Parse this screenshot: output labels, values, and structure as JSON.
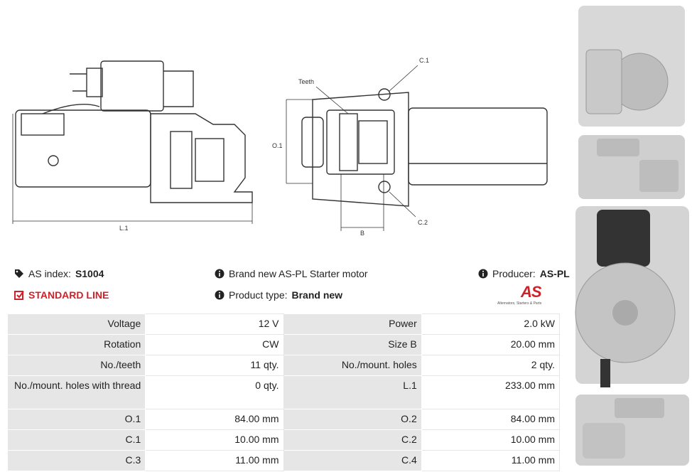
{
  "drawing": {
    "label_l1": "L.1",
    "label_o1": "O.1",
    "label_teeth": "Teeth",
    "label_c1": "C.1",
    "label_c2": "C.2",
    "label_b": "B"
  },
  "info": {
    "as_index_label": "AS index:",
    "as_index_value": "S1004",
    "standard_line": "STANDARD LINE",
    "description": "Brand new AS-PL Starter motor",
    "product_type_label": "Product type:",
    "product_type_value": "Brand new",
    "producer_label": "Producer:",
    "producer_value": "AS-PL"
  },
  "logo": {
    "mark": "AS",
    "tagline": "Alternators, Starters & Parts"
  },
  "specs": [
    {
      "k1": "Voltage",
      "v1": "12 V",
      "k2": "Power",
      "v2": "2.0 kW"
    },
    {
      "k1": "Rotation",
      "v1": "CW",
      "k2": "Size B",
      "v2": "20.00 mm"
    },
    {
      "k1": "No./teeth",
      "v1": "11 qty.",
      "k2": "No./mount. holes",
      "v2": "2 qty."
    },
    {
      "k1": "No./mount. holes with thread",
      "v1": "0 qty.",
      "k2": "L.1",
      "v2": "233.00 mm"
    },
    {
      "k1": "O.1",
      "v1": "84.00 mm",
      "k2": "O.2",
      "v2": "84.00 mm"
    },
    {
      "k1": "C.1",
      "v1": "10.00 mm",
      "k2": "C.2",
      "v2": "10.00 mm"
    },
    {
      "k1": "C.3",
      "v1": "11.00 mm",
      "k2": "C.4",
      "v2": "11.00 mm"
    }
  ]
}
